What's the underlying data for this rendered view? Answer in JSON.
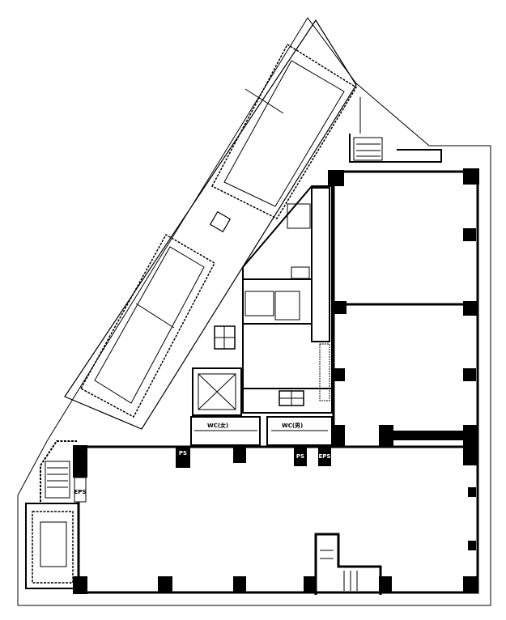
{
  "plan": {
    "labels": {
      "wc_female": "WC(女)",
      "wc_male": "WC(男)",
      "ps_left": "PS",
      "ps_right": "PS",
      "eps_core": "EPS",
      "eps_left": "EPS"
    },
    "colors": {
      "wall": "#000000",
      "background": "#ffffff"
    }
  }
}
